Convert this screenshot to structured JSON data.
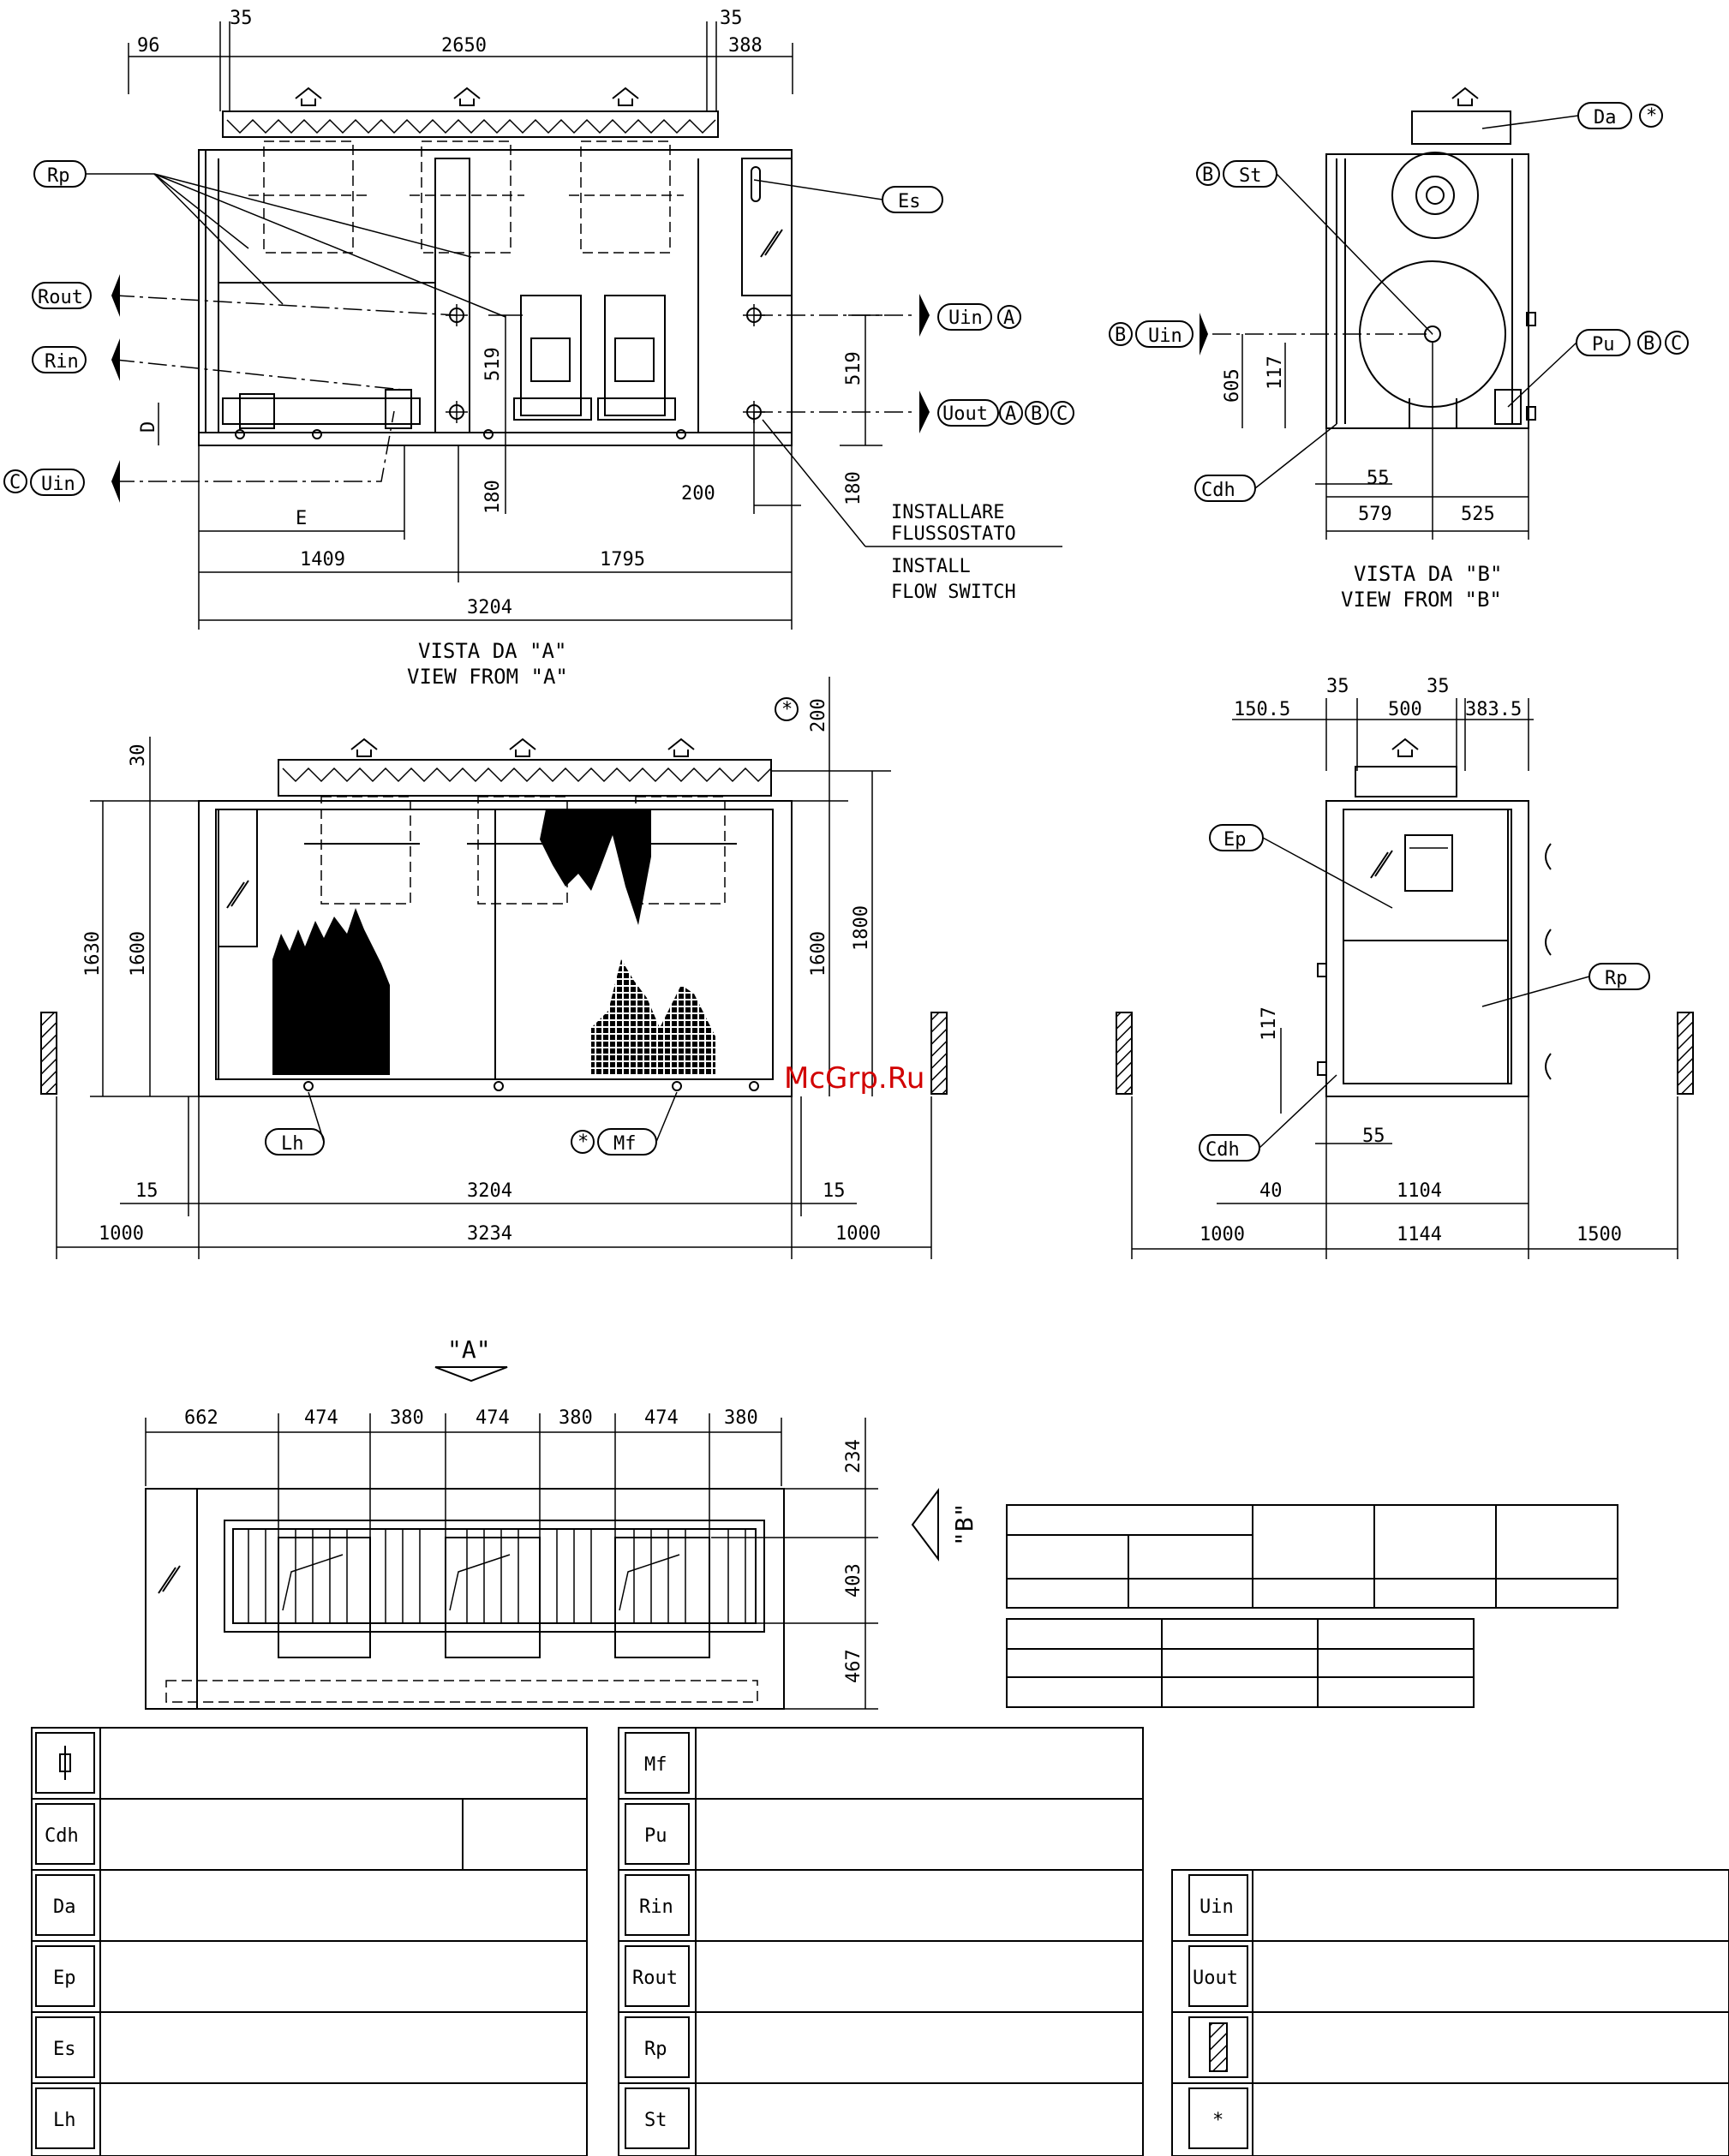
{
  "view_a": {
    "caption_it": "VISTA  DA  \"A\"",
    "caption_en": "VIEW  FROM  \"A\"",
    "dims": {
      "d96": "96",
      "d35a": "35",
      "d2650": "2650",
      "d35b": "35",
      "d388": "388",
      "d519a": "519",
      "d519b": "519",
      "d180a": "180",
      "d180b": "180",
      "d200": "200",
      "dE": "E",
      "dD": "D",
      "d1409": "1409",
      "d1795": "1795",
      "d3204": "3204"
    },
    "note_it_1": "INSTALLARE",
    "note_it_2": "FLUSSOSTATO",
    "note_en_1": "INSTALL",
    "note_en_2": "FLOW SWITCH"
  },
  "view_b": {
    "caption_it": "VISTA  DA  \"B\"",
    "caption_en": "VIEW  FROM  \"B\"",
    "dims": {
      "d605": "605",
      "d117": "117",
      "d55": "55",
      "d579": "579",
      "d525": "525"
    }
  },
  "front": {
    "dims": {
      "d30": "30",
      "d1630": "1630",
      "d1600a": "1600",
      "d1600b": "1600",
      "d1800": "1800",
      "d200": "200",
      "d15a": "15",
      "d3204": "3204",
      "d15b": "15",
      "d1000a": "1000",
      "d3234": "3234",
      "d1000b": "1000"
    }
  },
  "side": {
    "dims": {
      "d150_5": "150.5",
      "d35a": "35",
      "d500": "500",
      "d35b": "35",
      "d383_5": "383.5",
      "d117": "117",
      "d55": "55",
      "d40": "40",
      "d1104": "1104",
      "d1000": "1000",
      "d1144": "1144",
      "d1500": "1500"
    }
  },
  "plan": {
    "view_a": "\"A\"",
    "view_b": "\"B\"",
    "dims_top": [
      "662",
      "474",
      "380",
      "474",
      "380",
      "474",
      "380"
    ],
    "dims_right": [
      "234",
      "403",
      "467"
    ]
  },
  "tags": {
    "rp": "Rp",
    "rout": "Rout",
    "rin": "Rin",
    "uin": "Uin",
    "uout": "Uout",
    "es": "Es",
    "da": "Da",
    "st": "St",
    "pu": "Pu",
    "cdh": "Cdh",
    "ep": "Ep",
    "lh": "Lh",
    "mf": "Mf",
    "a": "A",
    "b": "B",
    "c": "C",
    "star": "*"
  },
  "legend_left": [
    "Cdh",
    "Da",
    "Ep",
    "Es",
    "Lh"
  ],
  "legend_mid": [
    "Mf",
    "Pu",
    "Rin",
    "Rout",
    "Rp",
    "St"
  ],
  "legend_right": [
    "Uin",
    "Uout",
    "*"
  ],
  "watermark": "McGrp.Ru"
}
